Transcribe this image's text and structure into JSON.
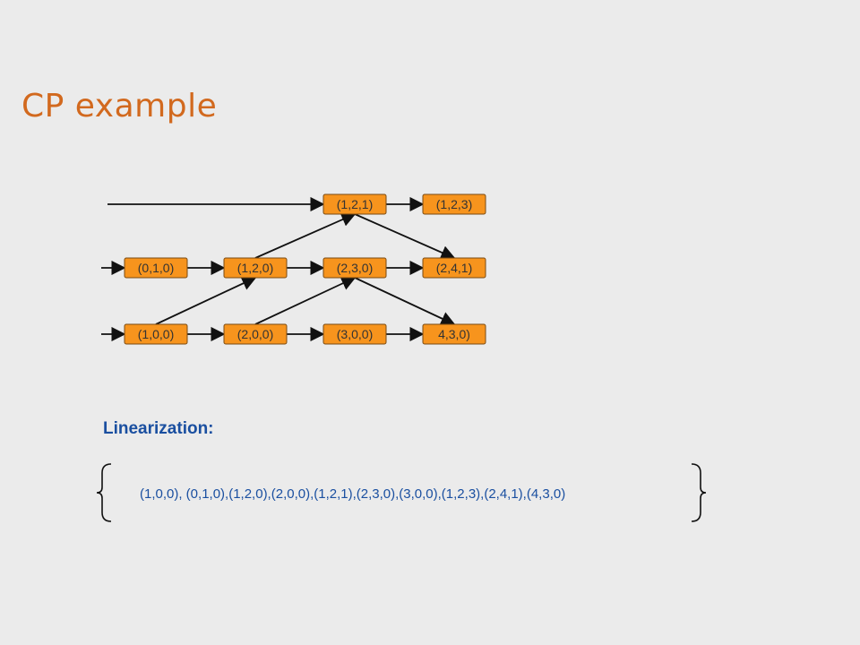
{
  "title": "CP example",
  "colors": {
    "node_fill": "#f7941d",
    "node_border": "#7a4a12",
    "title": "#d2691e",
    "heading": "#1a4fa0",
    "arrow": "#111111"
  },
  "diagram": {
    "rows": [
      {
        "id": "p0",
        "nodes": [
          "(1,2,1)",
          "(1,2,3)"
        ]
      },
      {
        "id": "p1",
        "nodes": [
          "(0,1,0)",
          "(1,2,0)",
          "(2,3,0)",
          "(2,4,1)"
        ]
      },
      {
        "id": "p2",
        "nodes": [
          "(1,0,0)",
          "(2,0,0)",
          "(3,0,0)",
          "4,3,0)"
        ]
      }
    ],
    "messages": [
      {
        "from": "p2:(1,0,0)",
        "to": "p1:(1,2,0)"
      },
      {
        "from": "p1:(1,2,0)",
        "to": "p0:(1,2,1)"
      },
      {
        "from": "p0:(1,2,1)",
        "to": "p1:(2,4,1)"
      },
      {
        "from": "p2:(2,0,0)",
        "to": "p1:(2,3,0)"
      },
      {
        "from": "p1:(2,3,0)",
        "to": "p2:4,3,0)"
      }
    ]
  },
  "linearization": {
    "heading": "Linearization:",
    "sequence": "(1,0,0), (0,1,0),(1,2,0),(2,0,0),(1,2,1),(2,3,0),(3,0,0),(1,2,3),(2,4,1),(4,3,0)"
  }
}
